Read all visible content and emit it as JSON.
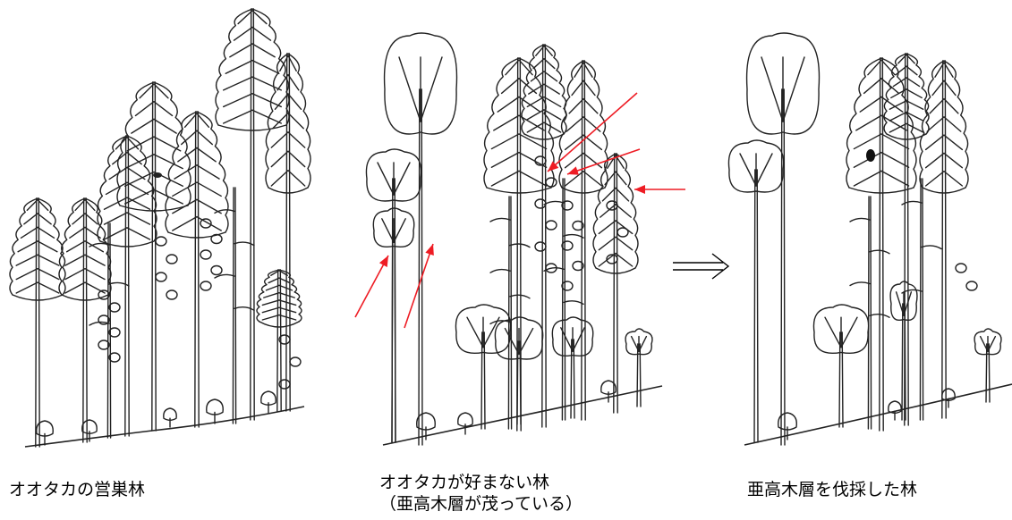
{
  "captions": {
    "panel_left": "オオタカの営巣林",
    "panel_middle_line1": "オオタカが好まない林",
    "panel_middle_line2": "（亜高木層が茂っている）",
    "panel_right": "亜高木層を伐採した林"
  },
  "colors": {
    "line": "#222222",
    "arrow": "#ee1c24",
    "background": "#ffffff"
  },
  "symbols": {
    "transition_arrow": "implies-arrow-icon"
  }
}
